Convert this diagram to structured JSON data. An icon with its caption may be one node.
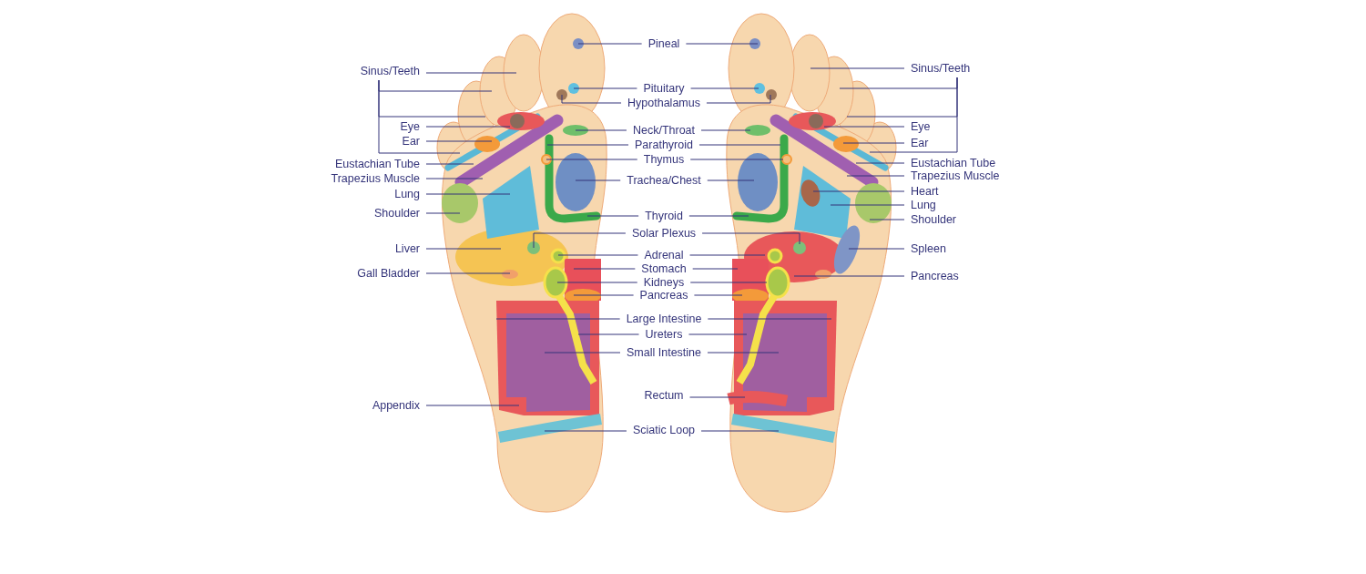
{
  "diagram": {
    "nodes": [
      {
        "text": [
          "Sinus/Teeth"
        ]
      },
      {
        "text": [
          "Eye"
        ]
      },
      {
        "text": [
          "Ear"
        ]
      },
      {
        "text": [
          "Eustachian Tube"
        ]
      },
      {
        "text": [
          "Trapezius Muscle"
        ]
      },
      {
        "text": [
          "Lung"
        ]
      },
      {
        "text": [
          "Shoulder"
        ]
      },
      {
        "text": [
          "Liver"
        ]
      },
      {
        "text": [
          "Gall Bladder"
        ]
      },
      {
        "text": [
          "Appendix"
        ]
      },
      {
        "text": [
          "Pineal"
        ]
      },
      {
        "text": [
          "Pituitary"
        ]
      },
      {
        "text": [
          "Hypothalamus"
        ]
      },
      {
        "text": [
          "Neck/Throat"
        ]
      },
      {
        "text": [
          "Parathyroid"
        ]
      },
      {
        "text": [
          "Thymus"
        ]
      },
      {
        "text": [
          "Trachea/Chest"
        ]
      },
      {
        "text": [
          "Thyroid"
        ]
      },
      {
        "text": [
          "Solar Plexus"
        ]
      },
      {
        "text": [
          "Adrenal"
        ]
      },
      {
        "text": [
          "Stomach"
        ]
      },
      {
        "text": [
          "Kidneys"
        ]
      },
      {
        "text": [
          "Pancreas"
        ]
      },
      {
        "text": [
          "Large Intestine"
        ]
      },
      {
        "text": [
          "Ureters"
        ]
      },
      {
        "text": [
          "Small Intestine"
        ]
      },
      {
        "text": [
          "Rectum"
        ]
      },
      {
        "text": [
          "Sciatic Loop"
        ]
      },
      {
        "text": [
          "Sinus/Teeth"
        ]
      },
      {
        "text": [
          "Eye"
        ]
      },
      {
        "text": [
          "Ear"
        ]
      },
      {
        "text": [
          "Eustachian Tube"
        ]
      },
      {
        "text": [
          "Trapezius Muscle"
        ]
      },
      {
        "text": [
          "Heart"
        ]
      },
      {
        "text": [
          "Lung"
        ]
      },
      {
        "text": [
          "Shoulder"
        ]
      },
      {
        "text": [
          "Spleen"
        ]
      },
      {
        "text": [
          "Pancreas"
        ]
      }
    ],
    "edges": [
      {
        "from": 0,
        "to": null,
        "arrow": "none"
      },
      {
        "from": 0,
        "to": null,
        "arrow": "none"
      },
      {
        "from": 0,
        "to": null,
        "arrow": "none"
      },
      {
        "from": 0,
        "to": null,
        "arrow": "none"
      },
      {
        "from": 1,
        "to": null,
        "arrow": "none"
      },
      {
        "from": 2,
        "to": null,
        "arrow": "none"
      },
      {
        "from": 3,
        "to": null,
        "arrow": "none"
      },
      {
        "from": 4,
        "to": null,
        "arrow": "none"
      },
      {
        "from": 5,
        "to": null,
        "arrow": "none"
      },
      {
        "from": 6,
        "to": null,
        "arrow": "none"
      },
      {
        "from": 7,
        "to": null,
        "arrow": "none"
      },
      {
        "from": 8,
        "to": null,
        "arrow": "none"
      },
      {
        "from": 9,
        "to": null,
        "arrow": "none"
      },
      {
        "from": 10,
        "to": null,
        "arrow": "none"
      },
      {
        "from": 10,
        "to": null,
        "arrow": "none"
      },
      {
        "from": 11,
        "to": null,
        "arrow": "none"
      },
      {
        "from": 11,
        "to": null,
        "arrow": "none"
      },
      {
        "from": 12,
        "to": null,
        "arrow": "none"
      },
      {
        "from": 12,
        "to": null,
        "arrow": "none"
      },
      {
        "from": 13,
        "to": null,
        "arrow": "none"
      },
      {
        "from": 13,
        "to": null,
        "arrow": "none"
      },
      {
        "from": 14,
        "to": null,
        "arrow": "none"
      },
      {
        "from": 14,
        "to": null,
        "arrow": "none"
      },
      {
        "from": 15,
        "to": null,
        "arrow": "none"
      },
      {
        "from": 15,
        "to": null,
        "arrow": "none"
      },
      {
        "from": 16,
        "to": null,
        "arrow": "none"
      },
      {
        "from": 16,
        "to": null,
        "arrow": "none"
      },
      {
        "from": 17,
        "to": null,
        "arrow": "none"
      },
      {
        "from": 17,
        "to": null,
        "arrow": "none"
      },
      {
        "from": 18,
        "to": null,
        "arrow": "none"
      },
      {
        "from": 18,
        "to": null,
        "arrow": "none"
      },
      {
        "from": 19,
        "to": null,
        "arrow": "none"
      },
      {
        "from": 19,
        "to": null,
        "arrow": "none"
      },
      {
        "from": 20,
        "to": null,
        "arrow": "none"
      },
      {
        "from": 20,
        "to": null,
        "arrow": "none"
      },
      {
        "from": 21,
        "to": null,
        "arrow": "none"
      },
      {
        "from": 21,
        "to": null,
        "arrow": "none"
      },
      {
        "from": 22,
        "to": null,
        "arrow": "none"
      },
      {
        "from": 22,
        "to": null,
        "arrow": "none"
      },
      {
        "from": 23,
        "to": null,
        "arrow": "none"
      },
      {
        "from": 23,
        "to": null,
        "arrow": "none"
      },
      {
        "from": 24,
        "to": null,
        "arrow": "none"
      },
      {
        "from": 24,
        "to": null,
        "arrow": "none"
      },
      {
        "from": 25,
        "to": null,
        "arrow": "none"
      },
      {
        "from": 25,
        "to": null,
        "arrow": "none"
      },
      {
        "from": 26,
        "to": null,
        "arrow": "none"
      },
      {
        "from": 27,
        "to": null,
        "arrow": "none"
      },
      {
        "from": 27,
        "to": null,
        "arrow": "none"
      },
      {
        "from": 28,
        "to": null,
        "arrow": "none"
      },
      {
        "from": 28,
        "to": null,
        "arrow": "none"
      },
      {
        "from": 28,
        "to": null,
        "arrow": "none"
      },
      {
        "from": 28,
        "to": null,
        "arrow": "none"
      },
      {
        "from": 29,
        "to": null,
        "arrow": "none"
      },
      {
        "from": 30,
        "to": null,
        "arrow": "none"
      },
      {
        "from": 31,
        "to": null,
        "arrow": "none"
      },
      {
        "from": 32,
        "to": null,
        "arrow": "none"
      },
      {
        "from": 33,
        "to": null,
        "arrow": "none"
      },
      {
        "from": 34,
        "to": null,
        "arrow": "none"
      },
      {
        "from": 35,
        "to": null,
        "arrow": "none"
      },
      {
        "from": 36,
        "to": null,
        "arrow": "none"
      },
      {
        "from": 37,
        "to": null,
        "arrow": "none"
      }
    ]
  }
}
